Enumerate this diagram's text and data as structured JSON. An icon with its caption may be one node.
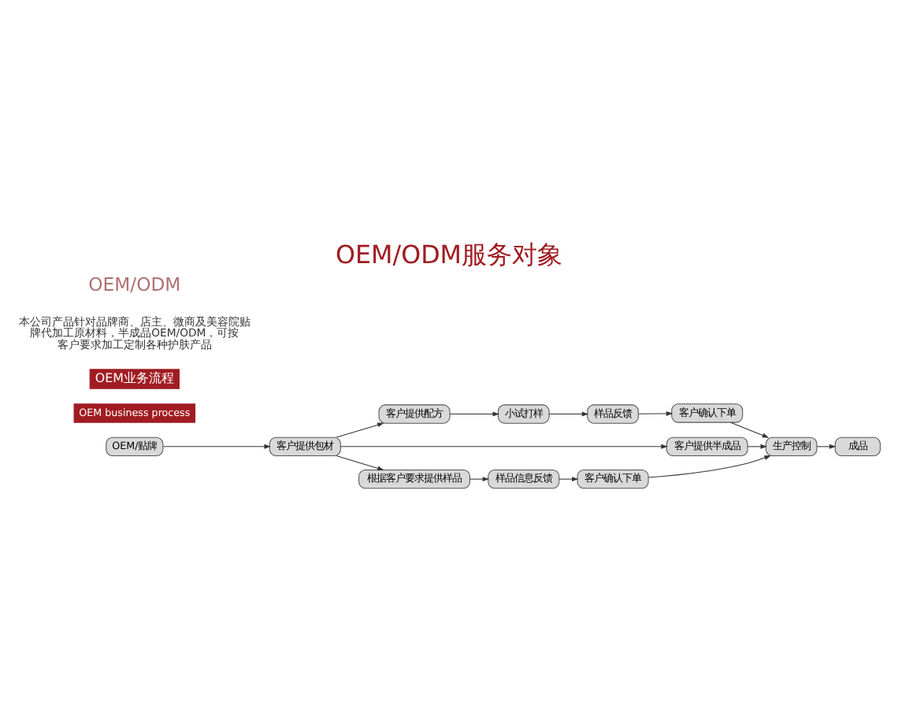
{
  "diagram": {
    "title": "OEM/ODM服务对象",
    "nodes": [
      {
        "text": [
          "OEM/贴牌"
        ]
      },
      {
        "text": [
          "客户提供包材"
        ]
      },
      {
        "text": [
          "客户提供配方"
        ]
      },
      {
        "text": [
          "小试打样"
        ]
      },
      {
        "text": [
          "样品反馈"
        ]
      },
      {
        "text": [
          "客户确认下单"
        ]
      },
      {
        "text": [
          "客户提供半成品"
        ]
      },
      {
        "text": [
          "生产控制"
        ]
      },
      {
        "text": [
          "成品"
        ]
      },
      {
        "text": [
          "根据客户要求提供样品"
        ]
      },
      {
        "text": [
          "样品信息反馈"
        ]
      },
      {
        "text": [
          "客户确认下单"
        ]
      }
    ],
    "edges": [
      {
        "from": 0,
        "to": 1,
        "arrow": "to"
      },
      {
        "from": 1,
        "to": 2,
        "arrow": "to"
      },
      {
        "from": 1,
        "to": 6,
        "arrow": "to"
      },
      {
        "from": 1,
        "to": 9,
        "arrow": "to"
      },
      {
        "from": 2,
        "to": 3,
        "arrow": "to"
      },
      {
        "from": 3,
        "to": 4,
        "arrow": "to"
      },
      {
        "from": 4,
        "to": 5,
        "arrow": "to"
      },
      {
        "from": 5,
        "to": 7,
        "arrow": "to"
      },
      {
        "from": 6,
        "to": 7,
        "arrow": "to"
      },
      {
        "from": 7,
        "to": 8,
        "arrow": "to"
      },
      {
        "from": 9,
        "to": 10,
        "arrow": "to"
      },
      {
        "from": 10,
        "to": 11,
        "arrow": "to"
      },
      {
        "from": 11,
        "to": 7,
        "arrow": "to"
      }
    ],
    "labels": [
      "OEM/ODM",
      "本公司产品针对品牌商、店主、微商及美容院贴牌代加工原材料，半成品OEM/ODM，可按客户要求加工定制各种护肤产品",
      "OEM业务流程",
      "OEM business process"
    ]
  }
}
